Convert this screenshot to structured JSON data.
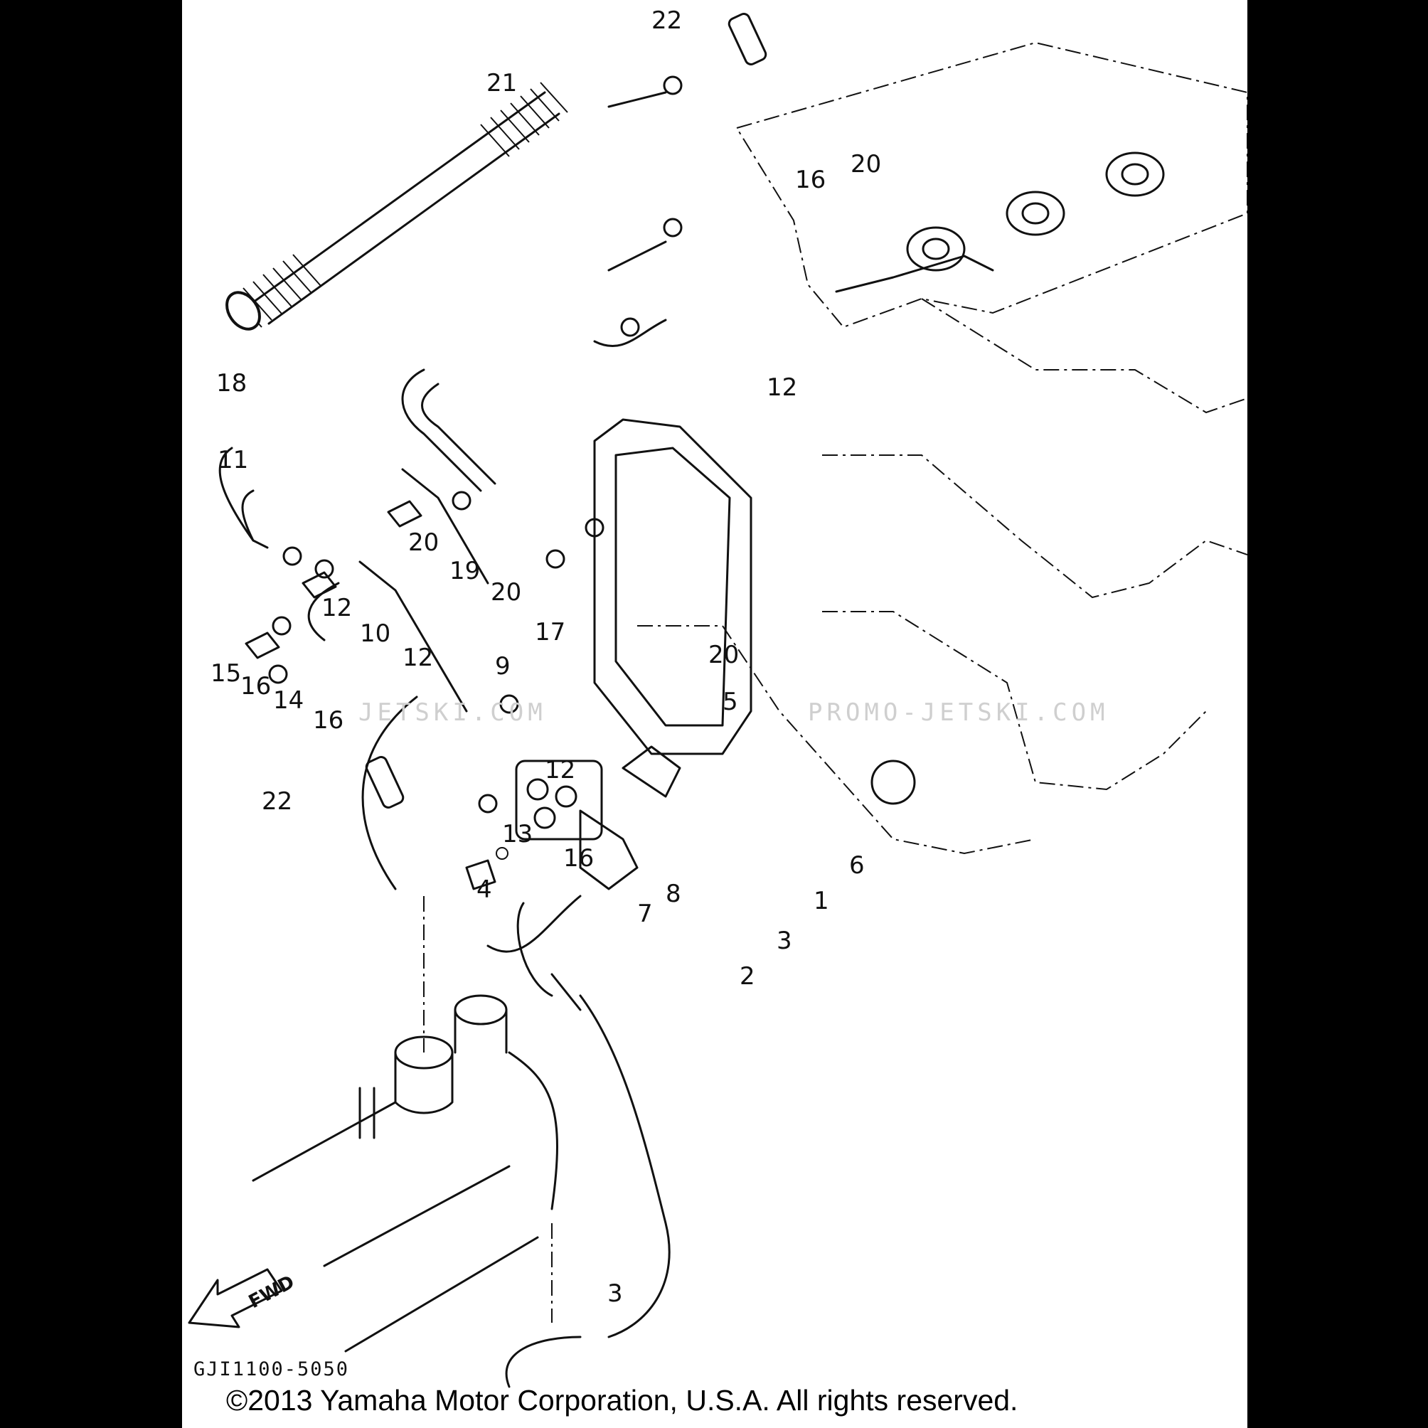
{
  "diagram": {
    "part_code": "GJI1100-5050",
    "copyright": "©2013 Yamaha Motor Corporation, U.S.A. All rights reserved.",
    "watermark_left": "JETSKI.COM",
    "watermark_right": "PROMO-JETSKI.COM",
    "direction_label": "FWD",
    "callouts": [
      "1",
      "2",
      "3",
      "3",
      "4",
      "5",
      "6",
      "7",
      "8",
      "9",
      "10",
      "11",
      "12",
      "12",
      "12",
      "12",
      "13",
      "14",
      "15",
      "16",
      "16",
      "16",
      "16",
      "17",
      "18",
      "19",
      "20",
      "20",
      "20",
      "20",
      "21",
      "22",
      "22"
    ]
  },
  "colors": {
    "background": "#000000",
    "sheet": "#ffffff",
    "ink": "#111111"
  }
}
